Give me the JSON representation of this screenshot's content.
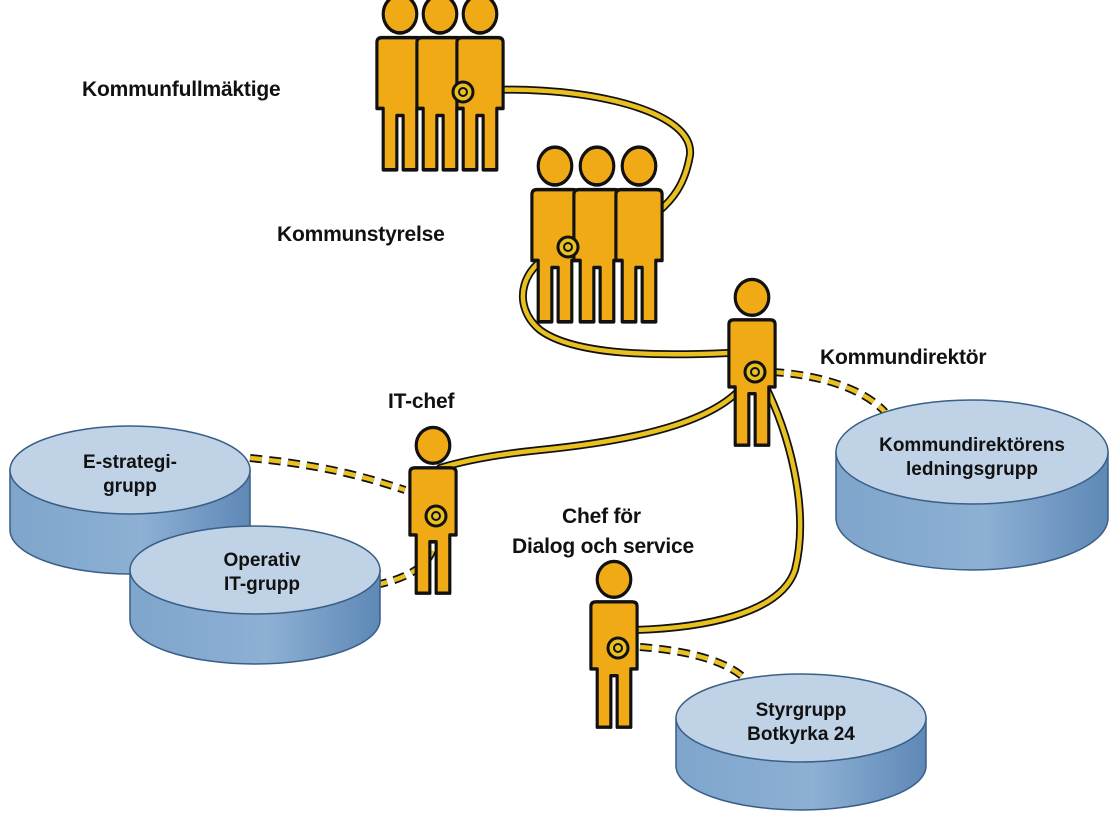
{
  "roles": {
    "kommunfullmaktige": "Kommunfullmäktige",
    "kommunstyrelse": "Kommunstyrelse",
    "kommundirektor": "Kommundirektör",
    "it_chef": "IT-chef",
    "chef_dialog_line1": "Chef för",
    "chef_dialog_line2": "Dialog och service"
  },
  "groups": {
    "e_strategi": [
      "E-strategi-",
      "grupp"
    ],
    "operativ_it": [
      "Operativ",
      "IT-grupp"
    ],
    "kommundirektorens": [
      "Kommundirektörens",
      "ledningsgrupp"
    ],
    "styrgrupp": [
      "Styrgrupp",
      "Botkyrka 24"
    ]
  },
  "colors": {
    "person_fill": "#f0aa16",
    "person_stroke": "#111111",
    "cord": "#e8c020",
    "dashed_link": "#e8c020",
    "disc_top": "#bfd2e6",
    "disc_side": "#7fa5cc",
    "disc_side_dark": "#5e88b6"
  },
  "icons": {
    "person": "person-icon",
    "connector": "connector-ring-icon",
    "disc": "group-disc-icon"
  }
}
